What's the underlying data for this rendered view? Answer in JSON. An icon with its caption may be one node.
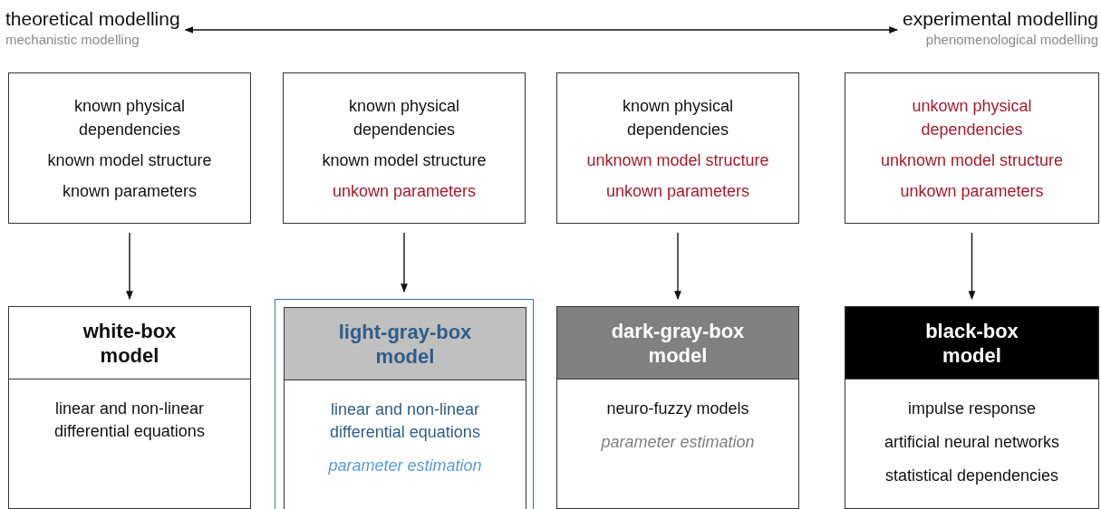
{
  "diagram": {
    "nodes": [
      {
        "text": [
          "theoretical modelling",
          "mechanistic modelling"
        ]
      },
      {
        "text": [
          "experimental modelling",
          "phenomenological modelling"
        ]
      },
      {
        "text": [
          "known physical dependencies",
          "known model structure",
          "known parameters"
        ]
      },
      {
        "text": [
          "known physical dependencies",
          "known model structure",
          "unkown parameters"
        ]
      },
      {
        "text": [
          "known physical dependencies",
          "unknown model structure",
          "unkown parameters"
        ]
      },
      {
        "text": [
          "unkown physical dependencies",
          "unknown model structure",
          "unkown parameters"
        ]
      },
      {
        "text": [
          "white-box model",
          "linear and non-linear differential equations"
        ]
      },
      {
        "text": [],
        "shape": "box"
      },
      {
        "text": [
          "light-gray-box model",
          "linear and non-linear differential equations",
          "parameter estimation"
        ],
        "in": 7
      },
      {
        "text": [
          "dark-gray-box model",
          "neuro-fuzzy models",
          "parameter estimation"
        ]
      },
      {
        "text": [
          "black-box model",
          "impulse response",
          "artificial neural networks",
          "statistical dependencies"
        ]
      }
    ],
    "edges": [
      {
        "from": 0,
        "to": 1,
        "arrow": "both"
      },
      {
        "from": 2,
        "to": 6,
        "arrow": "to"
      },
      {
        "from": 3,
        "to": 8,
        "arrow": "to"
      },
      {
        "from": 4,
        "to": 9,
        "arrow": "to"
      },
      {
        "from": 5,
        "to": 10,
        "arrow": "to"
      }
    ]
  }
}
